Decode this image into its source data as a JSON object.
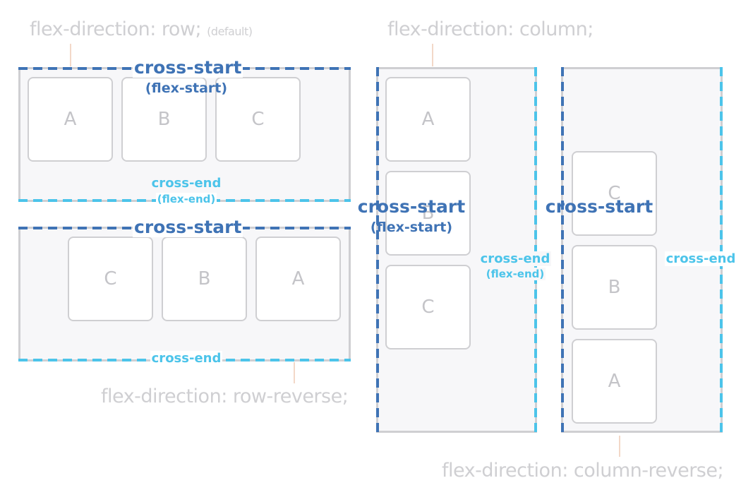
{
  "captions": {
    "row": "flex-direction: row;",
    "row_default": "(default)",
    "column": "flex-direction: column;",
    "row_reverse": "flex-direction: row-reverse;",
    "column_reverse": "flex-direction: column-reverse;"
  },
  "labels": {
    "cross_start": "cross-start",
    "cross_end": "cross-end",
    "flex_start": "(flex-start)",
    "flex_end": "(flex-end)"
  },
  "items": {
    "row": [
      "A",
      "B",
      "C"
    ],
    "row_reverse": [
      "C",
      "B",
      "A"
    ],
    "column": [
      "A",
      "B",
      "C"
    ],
    "column_reverse": [
      "C",
      "B",
      "A"
    ]
  },
  "colors": {
    "cross_start": "#3f73b5",
    "cross_end": "#4cc4ea",
    "container_border": "#cfcfd2",
    "container_fill": "#f7f7f9",
    "caption": "#cfcfd2"
  }
}
